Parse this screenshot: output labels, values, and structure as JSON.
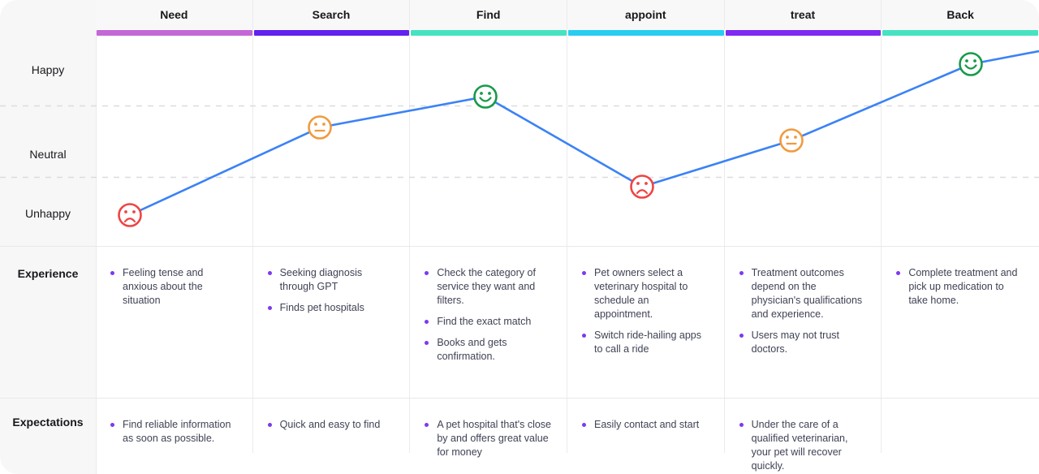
{
  "journey_map": {
    "row_labels": {
      "experience": "Experience",
      "expectations": "Expectations"
    },
    "emotion_labels": [
      "Happy",
      "Neutral",
      "Unhappy"
    ],
    "stages": [
      {
        "label": "Need",
        "color": "#c468d6",
        "experience": [
          "Feeling tense and anxious about the situation"
        ],
        "expectations": [
          "Find reliable information as soon as possible."
        ]
      },
      {
        "label": "Search",
        "color": "#6121ef",
        "experience": [
          "Seeking diagnosis through GPT",
          "Finds pet hospitals"
        ],
        "expectations": [
          "Quick and easy to find"
        ]
      },
      {
        "label": "Find",
        "color": "#47e2c2",
        "experience": [
          "Check the category of service they want and filters.",
          "Find the exact match",
          "Books and gets confirmation."
        ],
        "expectations": [
          "A pet hospital that's close by and offers great value for money"
        ]
      },
      {
        "label": "appoint",
        "color": "#28cdf0",
        "experience": [
          "Pet owners select a veterinary hospital to schedule an appointment.",
          "Switch ride-hailing apps to call a ride"
        ],
        "expectations": [
          "Easily contact and start"
        ]
      },
      {
        "label": "treat",
        "color": "#7e2af2",
        "experience": [
          "Treatment outcomes depend on the physician's qualifications and experience.",
          "Users may not trust doctors."
        ],
        "expectations": [
          "Under the care of a qualified veterinarian, your pet will recover quickly."
        ]
      },
      {
        "label": "Back",
        "color": "#47e2c2",
        "experience": [
          "Complete treatment and pick up medication to take home."
        ],
        "expectations": []
      }
    ]
  },
  "chart_data": {
    "type": "line",
    "title": "",
    "categories": [
      "Need",
      "Search",
      "Find",
      "appoint",
      "treat",
      "Back"
    ],
    "series": [
      {
        "name": "emotion",
        "values": [
          "Unhappy",
          "Neutral",
          "Happy",
          "Unhappy",
          "Neutral",
          "Happy"
        ]
      }
    ],
    "y_bands": [
      "Happy",
      "Neutral",
      "Unhappy"
    ],
    "line_color": "#3b82f6",
    "grid_color": "#dcdce1",
    "points": [
      {
        "x": 160,
        "y": 265,
        "face": "sad",
        "color": "#ef4444"
      },
      {
        "x": 394,
        "y": 157,
        "face": "neutral",
        "color": "#f19a3e"
      },
      {
        "x": 598,
        "y": 119,
        "face": "happy",
        "color": "#189a4a"
      },
      {
        "x": 791,
        "y": 230,
        "face": "sad",
        "color": "#ef4444"
      },
      {
        "x": 975,
        "y": 173,
        "face": "neutral",
        "color": "#f19a3e"
      },
      {
        "x": 1196,
        "y": 79,
        "face": "happy",
        "color": "#189a4a"
      }
    ],
    "line_end": {
      "x": 1280,
      "y": 63
    },
    "gridlines_y": [
      130,
      218
    ]
  }
}
